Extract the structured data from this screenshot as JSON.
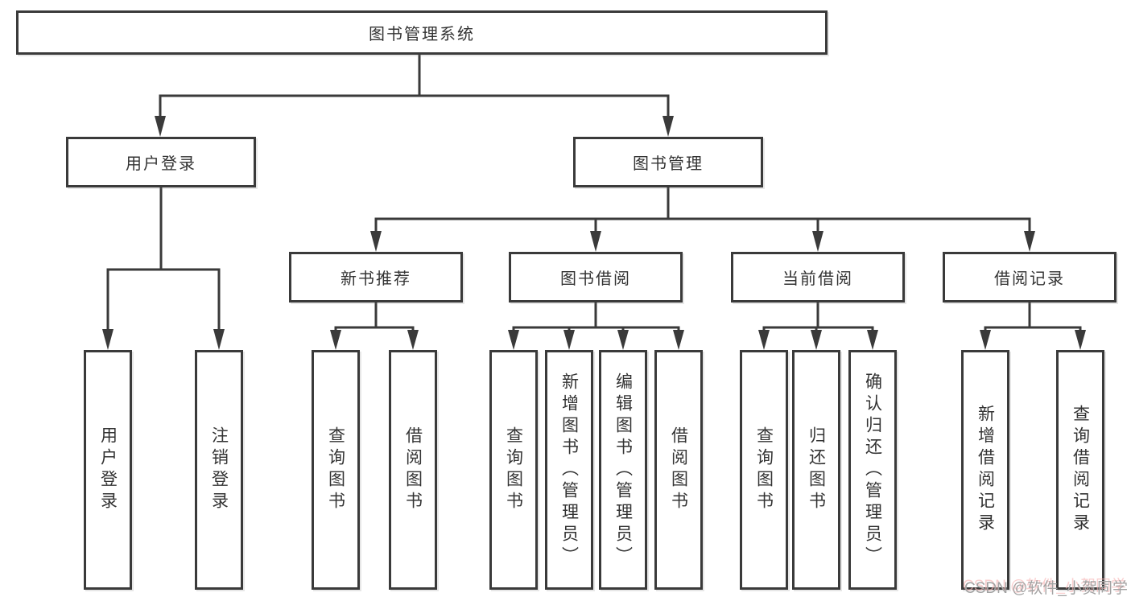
{
  "diagram": {
    "root": {
      "label": "图书管理系统"
    },
    "level2": [
      {
        "label": "用户登录"
      },
      {
        "label": "图书管理"
      }
    ],
    "login_children": [
      {
        "label": "用户登录"
      },
      {
        "label": "注销登录"
      }
    ],
    "sections": [
      {
        "label": "新书推荐",
        "children": [
          {
            "label": "查询图书"
          },
          {
            "label": "借阅图书"
          }
        ]
      },
      {
        "label": "图书借阅",
        "children": [
          {
            "label": "查询图书"
          },
          {
            "label": "新增图书（管理员）"
          },
          {
            "label": "编辑图书（管理员）"
          },
          {
            "label": "借阅图书"
          }
        ]
      },
      {
        "label": "当前借阅",
        "children": [
          {
            "label": "查询图书"
          },
          {
            "label": "归还图书"
          },
          {
            "label": "确认归还（管理员）"
          }
        ]
      },
      {
        "label": "借阅记录",
        "children": [
          {
            "label": "新增借阅记录"
          },
          {
            "label": "查询借阅记录"
          }
        ]
      }
    ],
    "watermark": "CSDN @软件_小贺同学",
    "colors": {
      "background": "#ffffff",
      "line": "#3a3a3a",
      "box_border": "#3a3a3a",
      "text": "#333333",
      "watermark_text": "#a3a3a3",
      "watermark_shadow": "#f7b5b5"
    }
  }
}
